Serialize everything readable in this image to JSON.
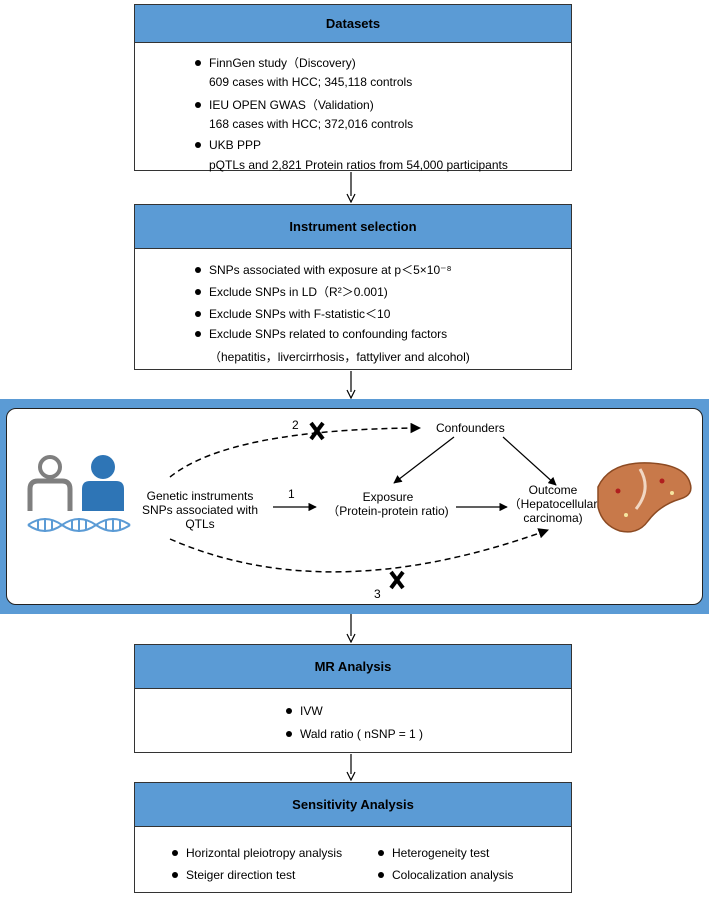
{
  "datasets": {
    "title": "Datasets",
    "items": [
      {
        "label": "FinnGen study（Discovery)",
        "detail": "609 cases with HCC; 345,118 controls"
      },
      {
        "label": "IEU OPEN GWAS（Validation)",
        "detail": "168 cases with HCC; 372,016 controls"
      },
      {
        "label": "UKB PPP",
        "detail": "pQTLs and 2,821 Protein ratios from 54,000 participants"
      }
    ]
  },
  "instrument": {
    "title": "Instrument selection",
    "items": [
      "SNPs  associated with exposure at p＜5×10⁻⁸",
      "Exclude SNPs in LD（R²＞0.001)",
      "Exclude SNPs with F-statistic＜10",
      "Exclude SNPs related to confounding factors"
    ],
    "note": "（hepatitis，livercirrhosis，fattyliver and alcohol)"
  },
  "diagram": {
    "confounders": "Confounders",
    "genetic_line1": "Genetic instruments",
    "genetic_line2": "SNPs associated with",
    "genetic_line3": "QTLs",
    "exposure_line1": "Exposure",
    "exposure_line2": "（Protein-protein ratio)",
    "outcome_line1": "Outcome",
    "outcome_line2": "（Hepatocellular",
    "outcome_line3": "carcinoma)",
    "path1": "1",
    "path2": "2",
    "path3": "3"
  },
  "mr": {
    "title": "MR Analysis",
    "items": [
      "IVW",
      "Wald ratio ( nSNP = 1 )"
    ]
  },
  "sensitivity": {
    "title": "Sensitivity Analysis",
    "items": [
      "Horizontal pleiotropy analysis",
      "Heterogeneity test",
      "Steiger direction test",
      "Colocalization analysis"
    ]
  },
  "colors": {
    "header": "#5b9bd5",
    "person_grey": "#7f7f7f",
    "person_blue": "#2e75b6",
    "dna": "#5b9bd5",
    "liver": "#c8794a"
  }
}
